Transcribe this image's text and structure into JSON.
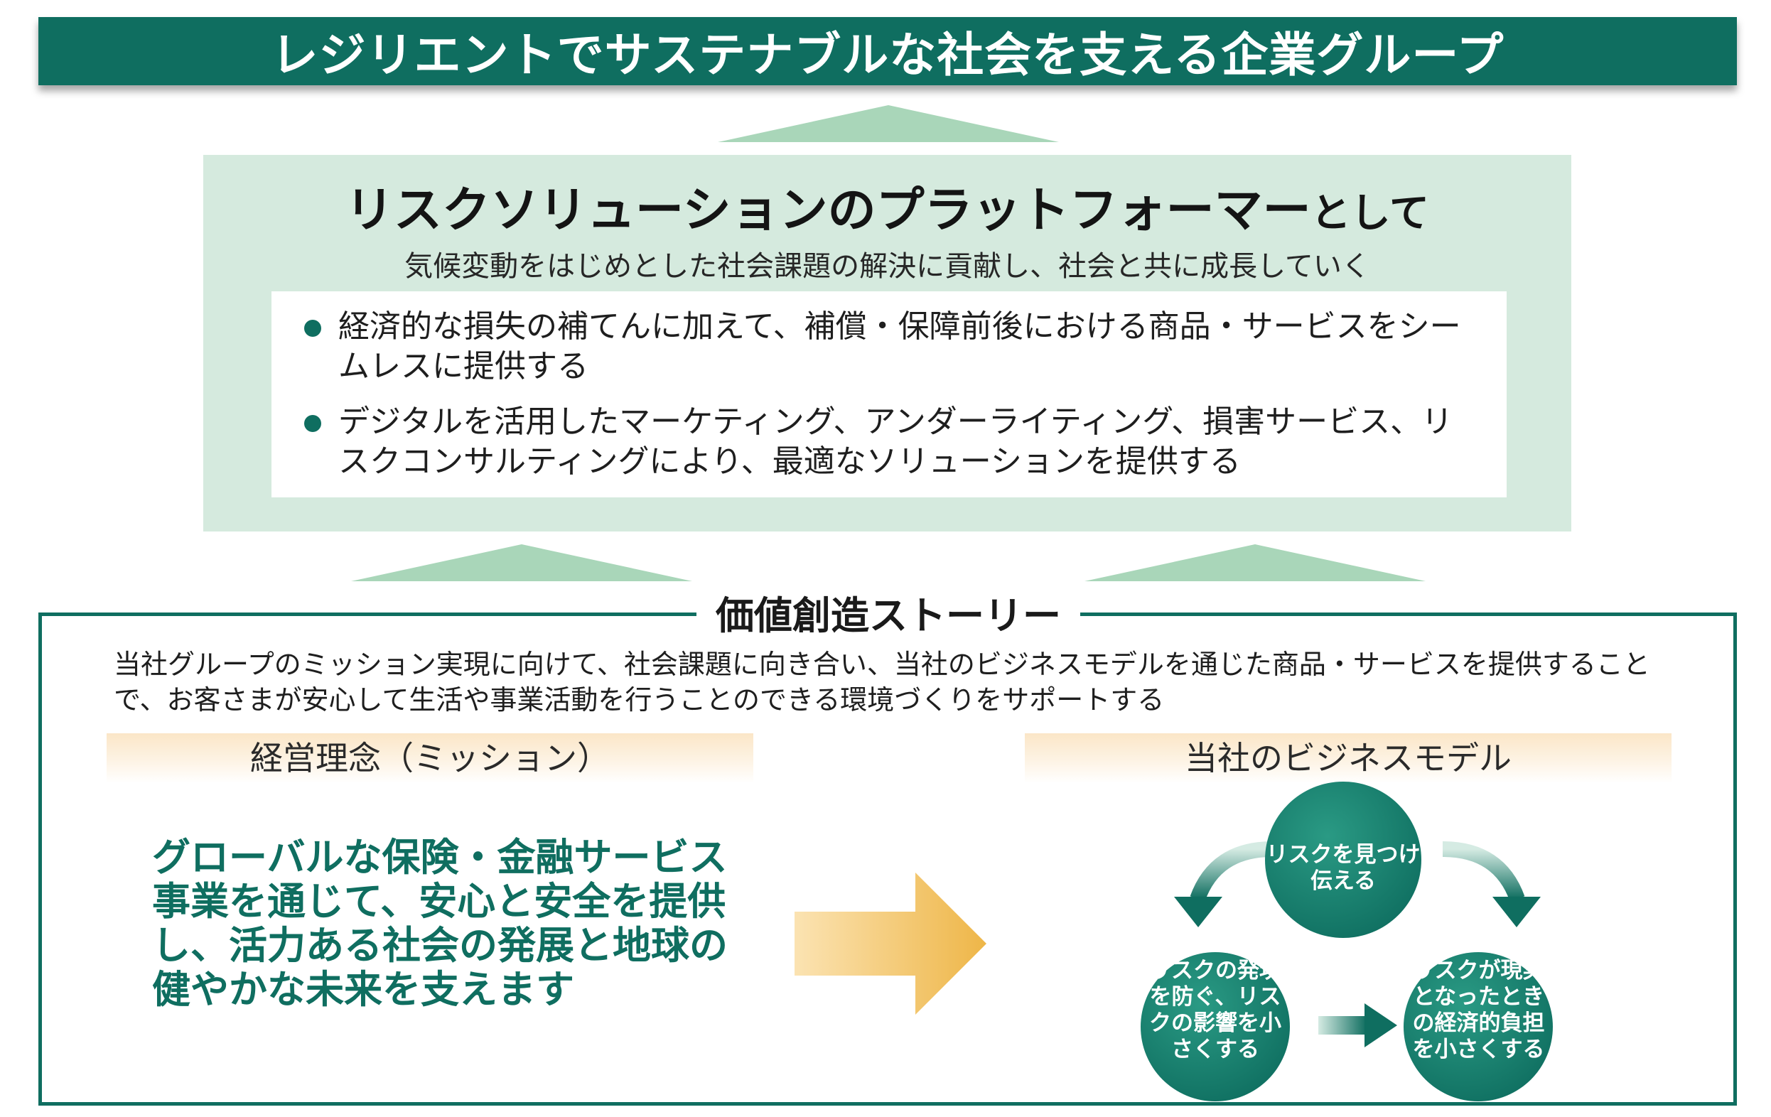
{
  "colors": {
    "brand_green": "#0f6e60",
    "light_green": "#d5eade",
    "arrow_green": "#a9d6b9",
    "arrow_gold": "#eeb648",
    "header_beige": "#fbe6c7"
  },
  "banner": {
    "title": "レジリエントでサステナブルな社会を支える企業グループ"
  },
  "platform": {
    "title_main": "リスクソリューションのプラットフォーマー",
    "title_suffix": "として",
    "subtitle": "気候変動をはじめとした社会課題の解決に貢献し、社会と共に成長していく",
    "bullets": [
      "経済的な損失の補てんに加えて、補償・保障前後における商品・サービスをシームレスに提供する",
      "デジタルを活用したマーケティング、アンダーライティング、損害サービス、リスクコンサルティングにより、最適なソリューションを提供する"
    ]
  },
  "value_story": {
    "title": "価値創造ストーリー",
    "description": "当社グループのミッション実現に向けて、社会課題に向き合い、当社のビジネスモデルを通じた商品・サービスを提供することで、お客さまが安心して生活や事業活動を行うことのできる環境づくりをサポートする",
    "mission": {
      "header": "経営理念（ミッション）",
      "text": "グローバルな保険・金融サービス事業を通じて、安心と安全を提供し、活力ある社会の発展と地球の健やかな未来を支えます"
    },
    "business_model": {
      "header": "当社のビジネスモデル",
      "circles": [
        {
          "label": "リスクを見つけ伝える"
        },
        {
          "label": "リスクの発現を防ぐ、リスクの影響を小さくする"
        },
        {
          "label": "リスクが現実となったときの経済的負担を小さくする"
        }
      ]
    }
  }
}
